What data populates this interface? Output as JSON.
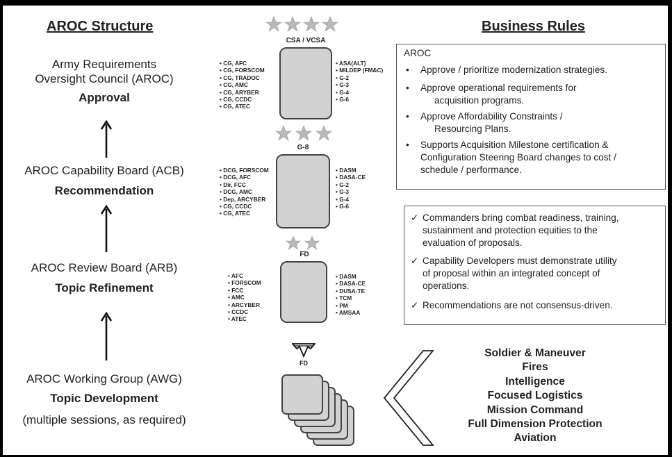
{
  "left": {
    "title": "AROC Structure",
    "levels": [
      {
        "name": "Army Requirements Oversight Council (AROC)",
        "line1": "Army Requirements",
        "line2": "Oversight Council (AROC)",
        "sub": "Approval"
      },
      {
        "name": "AROC Capability Board (ACB)",
        "sub": "Recommendation"
      },
      {
        "name": "AROC Review Board (ARB)",
        "sub": "Topic Refinement"
      },
      {
        "name": "AROC Working Group (AWG)",
        "sub": "Topic Development",
        "note": "(multiple sessions, as required)"
      }
    ]
  },
  "center": {
    "boards": [
      {
        "label": "CSA / VCSA",
        "stars": 4,
        "left_members": [
          "CG, AFC",
          "CG, FORSCOM",
          "CG, TRADOC",
          "CG, AMC",
          "CG, ARYBER",
          "CG, CCDC",
          "CG, ATEC"
        ],
        "right_members": [
          "ASA(ALT)",
          "MILDEP (FM&C)",
          "G-2",
          "G-3",
          "G-4",
          "G-6"
        ]
      },
      {
        "label": "G-8",
        "stars": 3,
        "left_members": [
          "DCG, FORSCOM",
          "DCG, AFC",
          "Dir, FCC",
          "DCG, AMC",
          "Dep, ARCYBER",
          "CG, CCDC",
          "CG, ATEC"
        ],
        "right_members": [
          "DASM",
          "DASA-CE",
          "G-2",
          "G-3",
          "G-4",
          "G-6"
        ]
      },
      {
        "label": "FD",
        "stars": 2,
        "left_members": [
          "AFC",
          "FORSCOM",
          "FCC",
          "AMC",
          "ARCYBER",
          "CCDC",
          "ATEC"
        ],
        "right_members": [
          "DASM",
          "DASA-CE",
          "DUSA-TE",
          "TCM",
          "PM",
          "AMSAA"
        ]
      },
      {
        "label": "FD",
        "insignia": "eagle"
      }
    ]
  },
  "right": {
    "title": "Business Rules",
    "box1": {
      "heading": "AROC",
      "items": [
        {
          "l1": "Approve / prioritize modernization strategies."
        },
        {
          "l1": "Approve operational requirements for",
          "l2": "acquisition programs."
        },
        {
          "l1": "Approve Affordability Constraints /",
          "l2": "Resourcing Plans."
        },
        {
          "l1": "Supports Acquisition Milestone certification &",
          "l2": "Configuration Steering Board changes to cost /",
          "l3": "schedule / performance."
        }
      ]
    },
    "box2": {
      "items": [
        {
          "l1": "Commanders bring combat readiness, training,",
          "l2": "sustainment and protection equities to the",
          "l3": "evaluation of proposals."
        },
        {
          "l1": "Capability Developers must demonstrate utility",
          "l2": "of proposal within an integrated concept of",
          "l3": "operations."
        },
        {
          "l1": "Recommendations are not consensus-driven."
        }
      ]
    },
    "domains": [
      "Soldier & Maneuver",
      "Fires",
      "Intelligence",
      "Focused Logistics",
      "Mission Command",
      "Full Dimension Protection",
      "Aviation"
    ]
  },
  "colors": {
    "box_fill": "#d2d2d2",
    "star": "#b8b8b8"
  }
}
